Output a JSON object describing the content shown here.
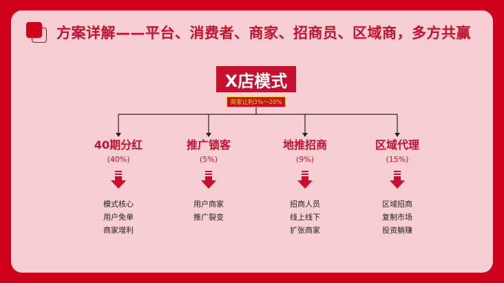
{
  "header": {
    "title": "方案详解——平台、消费者、商家、招商员、区域商，多方共赢"
  },
  "center": {
    "label": "X店模式",
    "badge": "商家让利3%～20%"
  },
  "columns": [
    {
      "title": "40期分红",
      "pct": "(40%)",
      "items": [
        "模式核心",
        "用户免单",
        "商家增利"
      ]
    },
    {
      "title": "推广锁客",
      "pct": "(5%)",
      "items": [
        "用户商家",
        "推广裂变"
      ]
    },
    {
      "title": "地推招商",
      "pct": "(9%)",
      "items": [
        "招商人员",
        "线上线下",
        "扩张商家"
      ]
    },
    {
      "title": "区域代理",
      "pct": "(15%)",
      "items": [
        "区域招商",
        "复制市场",
        "投资躺赚"
      ]
    }
  ],
  "colors": {
    "accent": "#c8102e",
    "frame": "#d0021b",
    "card": "#f7cfd3",
    "badge_text": "#ffd400"
  }
}
